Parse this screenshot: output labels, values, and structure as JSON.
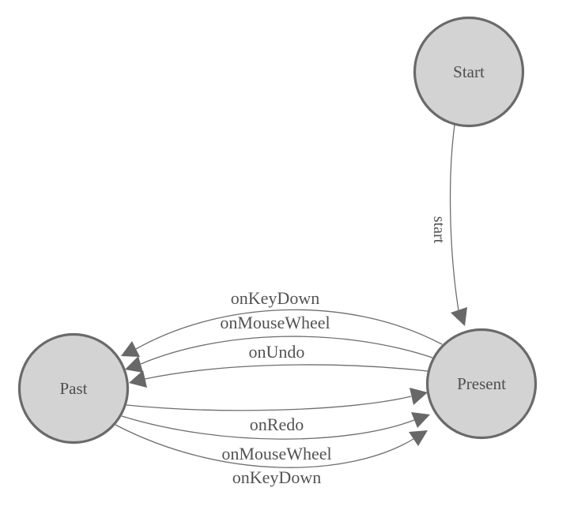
{
  "diagram": {
    "type": "state-machine",
    "colors": {
      "background": "#ffffff",
      "node_fill": "#d3d3d3",
      "node_stroke": "#6a6a6a",
      "edge_stroke": "#6e6e6e",
      "arrow_fill": "#686868",
      "label_text": "#525252"
    },
    "nodes": [
      {
        "id": "start",
        "label": "Start"
      },
      {
        "id": "past",
        "label": "Past"
      },
      {
        "id": "present",
        "label": "Present"
      }
    ],
    "edges": [
      {
        "from": "start",
        "to": "present",
        "label": "start"
      },
      {
        "from": "present",
        "to": "past",
        "label": "onKeyDown"
      },
      {
        "from": "present",
        "to": "past",
        "label": "onMouseWheel"
      },
      {
        "from": "present",
        "to": "past",
        "label": "onUndo"
      },
      {
        "from": "past",
        "to": "present",
        "label": "onRedo"
      },
      {
        "from": "past",
        "to": "present",
        "label": "onMouseWheel"
      },
      {
        "from": "past",
        "to": "present",
        "label": "onKeyDown"
      }
    ]
  }
}
